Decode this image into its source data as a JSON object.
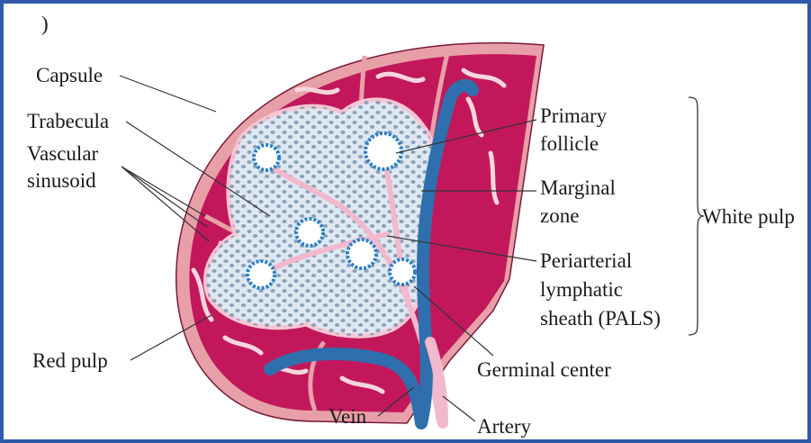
{
  "mark": ")",
  "labels": {
    "capsule": "Capsule",
    "trabecula": "Trabecula",
    "vascular_sinusoid": [
      "Vascular",
      "sinusoid"
    ],
    "red_pulp": "Red pulp",
    "primary_follicle": [
      "Primary",
      "follicle"
    ],
    "marginal_zone": [
      "Marginal",
      "zone"
    ],
    "pals": [
      "Periarterial",
      "lymphatic",
      "sheath (PALS)"
    ],
    "white_pulp": "White pulp",
    "germinal_center": "Germinal center",
    "vein": "Vein",
    "artery": "Artery"
  },
  "colors": {
    "frame": "#2e5aa8",
    "red_pulp": "#c2185b",
    "capsule": "#e8a0a8",
    "white_pulp": "#dde8f2",
    "lymphocyte": "#7a8fa8",
    "vein": "#2f6fae",
    "artery": "#f2b8cc"
  }
}
